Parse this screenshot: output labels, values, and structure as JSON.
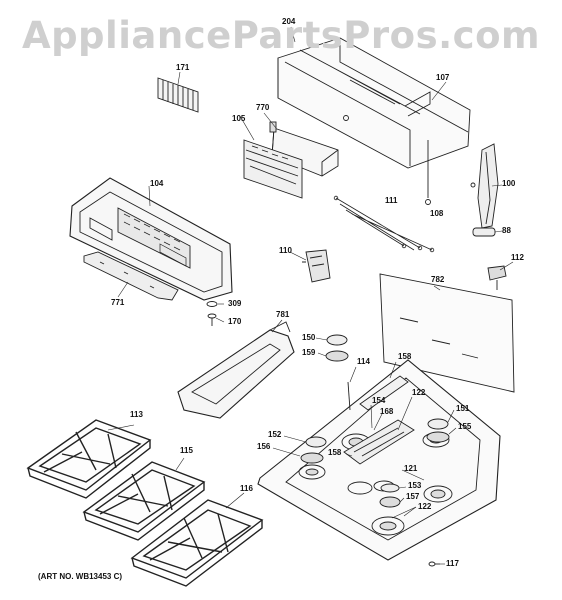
{
  "watermark": "AppliancePartsPros.com",
  "art_number": "(ART NO. WB13453 C)",
  "callouts": {
    "c204": "204",
    "c107": "107",
    "c171": "171",
    "c770": "770",
    "c105": "105",
    "c100": "100",
    "c104": "104",
    "c111": "111",
    "c108": "108",
    "c88": "88",
    "c110": "110",
    "c112": "112",
    "c782": "782",
    "c771": "771",
    "c309": "309",
    "c170": "170",
    "c781": "781",
    "c150": "150",
    "c159": "159",
    "c114": "114",
    "c158a": "158",
    "c122a": "122",
    "c154": "154",
    "c168": "168",
    "c151": "151",
    "c155": "155",
    "c113": "113",
    "c152": "152",
    "c156": "156",
    "c158b": "158",
    "c115": "115",
    "c121": "121",
    "c153": "153",
    "c157": "157",
    "c122b": "122",
    "c116": "116",
    "c117": "117"
  }
}
